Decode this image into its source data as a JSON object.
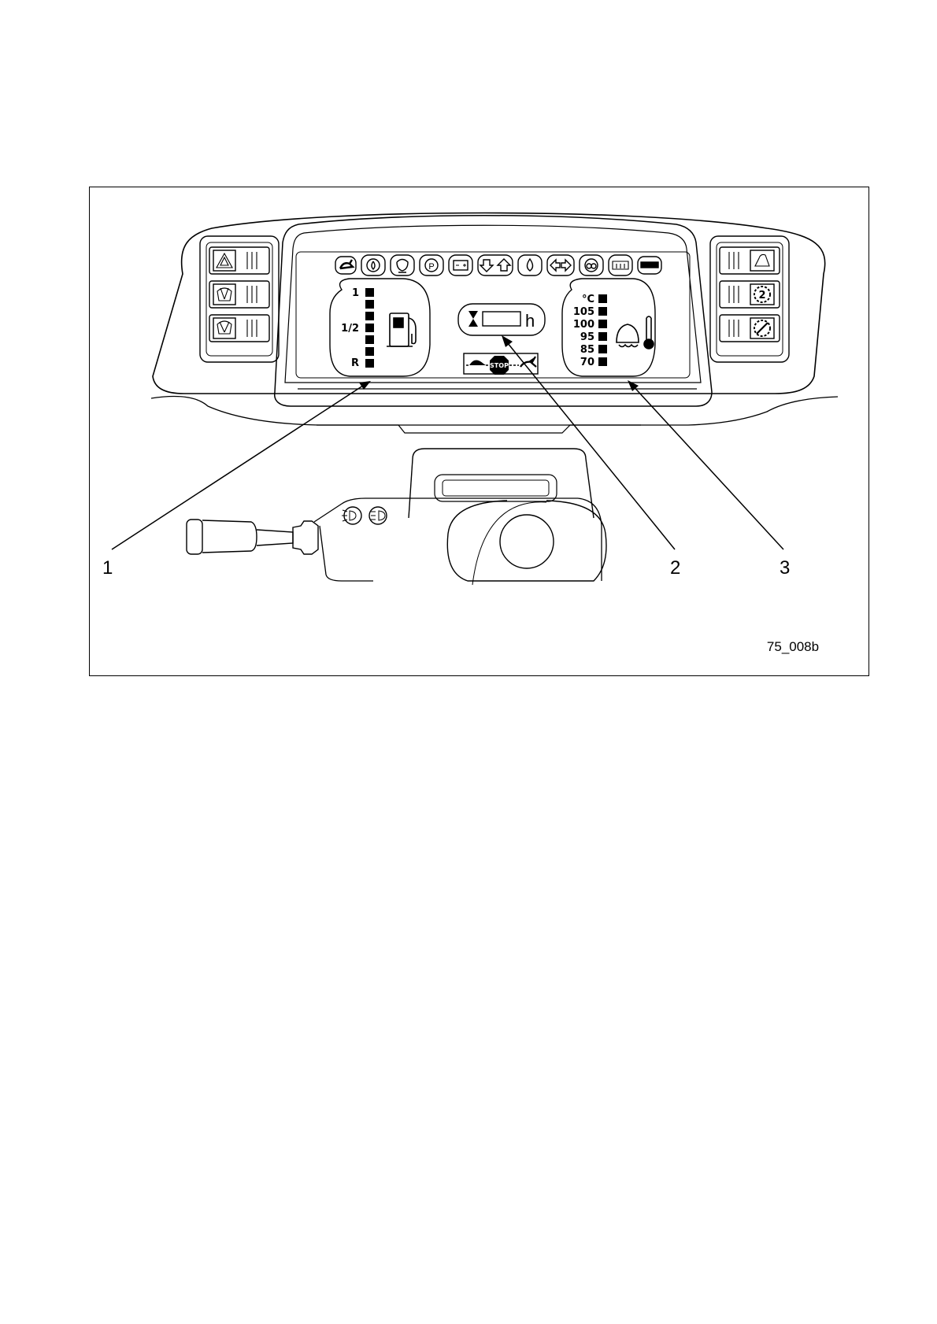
{
  "figure": {
    "callouts": [
      "1",
      "2",
      "3"
    ],
    "reference_code": "75_008b"
  },
  "dashboard": {
    "fuel_gauge": {
      "scale_labels": [
        "1",
        "1/2",
        "R"
      ],
      "icon": "fuel-pump-icon"
    },
    "hour_meter": {
      "unit": "h",
      "icon": "hourglass-icon"
    },
    "temperature_gauge": {
      "scale_labels": [
        "°C",
        "105",
        "100",
        "95",
        "85",
        "70"
      ],
      "icon": "coolant-temperature-icon"
    },
    "speed_strip": {
      "stop_label": "STOP",
      "icons": [
        "turtle-icon",
        "stop-sign-icon",
        "hare-icon"
      ]
    },
    "warning_lamp_icons": [
      "hare-icon",
      "oil-pressure-icon",
      "preheat-icon",
      "parking-brake-icon",
      "battery-icon",
      "down-arrow-icon",
      "up-arrow-icon",
      "fuel-drop-icon",
      "turn-indicator-icon",
      "brake-icon",
      "rear-defrost-icon",
      "trailer-icon"
    ],
    "left_switches": [
      "hazard-warning-icon",
      "front-wiper-icon",
      "rear-wiper-icon"
    ],
    "right_switches": [
      "work-light-icon",
      "gear-2-icon",
      "disabled-icon"
    ],
    "stalk_icons": [
      "low-beam-icon",
      "high-beam-icon"
    ]
  }
}
